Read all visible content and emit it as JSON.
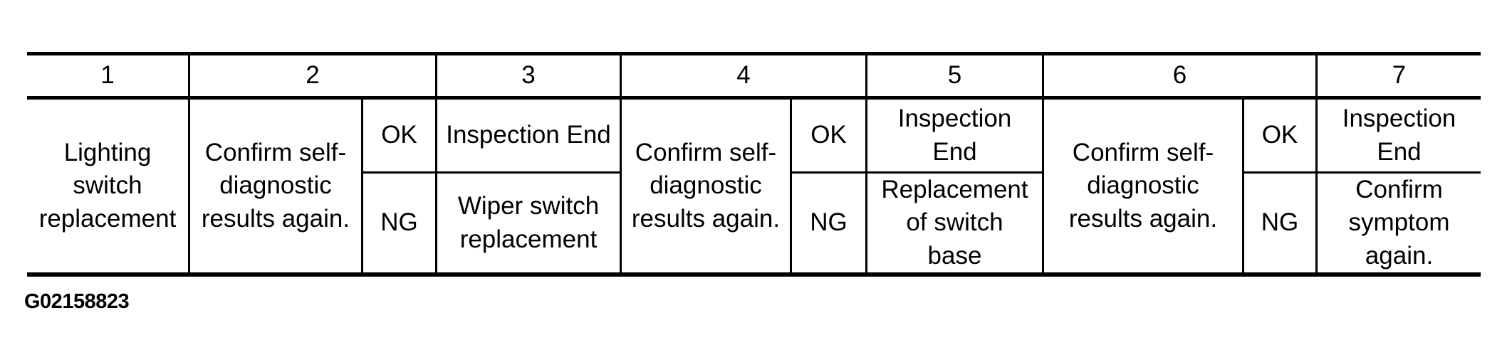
{
  "figure_label": "G02158823",
  "table": {
    "headers": [
      "1",
      "2",
      "3",
      "4",
      "5",
      "6",
      "7"
    ],
    "action_step": "Lighting\nswitch\nreplacement",
    "checks": [
      {
        "confirm": "Confirm self-\ndiagnostic\nresults again.",
        "ok_label": "OK",
        "ok_result": "Inspection End",
        "ng_label": "NG",
        "ng_result": "Wiper switch\nreplacement"
      },
      {
        "confirm": "Confirm self-\ndiagnostic\nresults again.",
        "ok_label": "OK",
        "ok_result": "Inspection\nEnd",
        "ng_label": "NG",
        "ng_result": "Replacement\nof switch\nbase"
      },
      {
        "confirm": "Confirm self-\ndiagnostic\nresults again.",
        "ok_label": "OK",
        "ok_result": "Inspection\nEnd",
        "ng_label": "NG",
        "ng_result": "Confirm\nsymptom\nagain."
      }
    ]
  },
  "colors": {
    "text": "#000000",
    "line": "#000000",
    "background": "#ffffff"
  }
}
